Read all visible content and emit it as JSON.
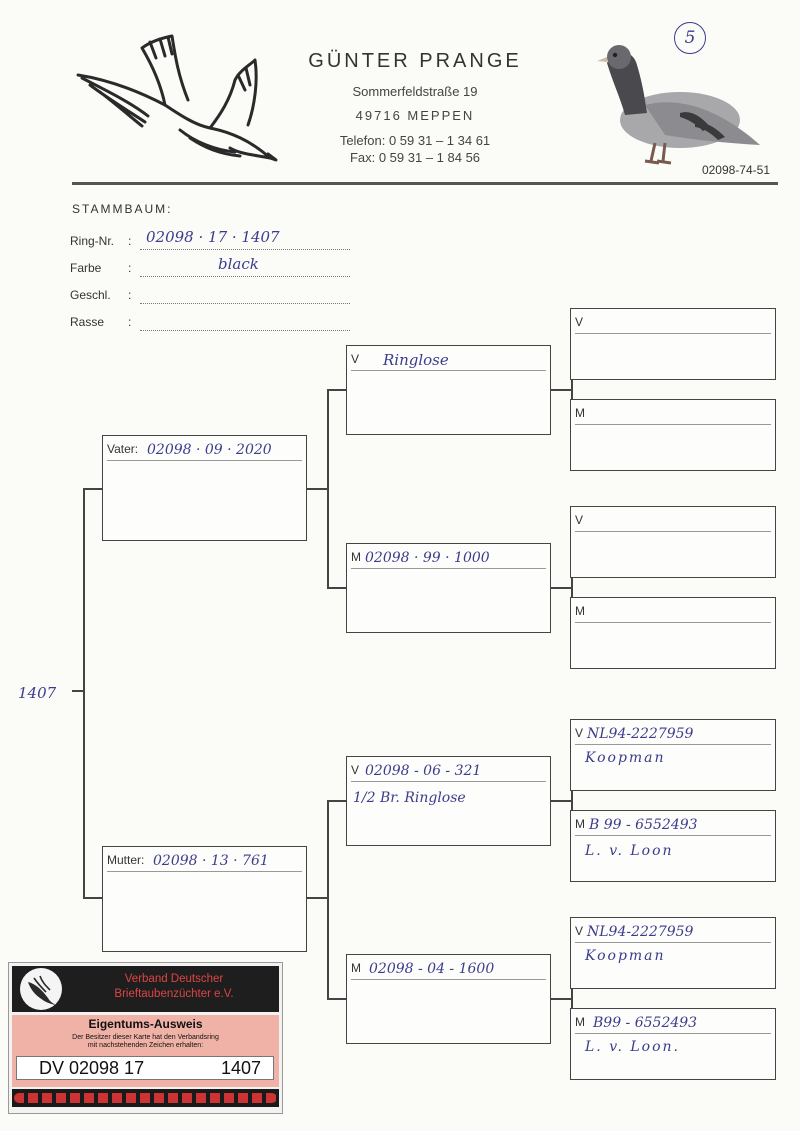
{
  "header": {
    "name": "GÜNTER PRANGE",
    "street": "Sommerfeldstraße 19",
    "city": "49716 MEPPEN",
    "phone": "Telefon: 0 59 31 – 1 34 61",
    "fax": "Fax: 0 59 31 – 1 84 56",
    "photo_ring": "02098-74-51",
    "page_mark": "5"
  },
  "info": {
    "title": "STAMMBAUM:",
    "fields": [
      {
        "label": "Ring-Nr.",
        "value": "02098 · 17 · 1407"
      },
      {
        "label": "Farbe",
        "value": "black"
      },
      {
        "label": "Geschl.",
        "value": ""
      },
      {
        "label": "Rasse",
        "value": ""
      }
    ]
  },
  "pigeon_label": "1407",
  "pedigree": {
    "vater": {
      "label": "Vater:",
      "value": "02098 · 09 · 2020"
    },
    "mutter": {
      "label": "Mutter:",
      "value": "02098 · 13 · 761"
    },
    "vv": {
      "label": "V",
      "value": "Ringlose"
    },
    "vm": {
      "label": "M",
      "value": "02098 · 99 · 1000"
    },
    "mv": {
      "label": "V",
      "value": "02098 - 06 - 321",
      "note": "1/2 Br. Ringlose"
    },
    "mm": {
      "label": "M",
      "value": "02098 - 04 - 1600"
    },
    "vvv": {
      "label": "V",
      "value": "",
      "note": ""
    },
    "vvm": {
      "label": "M",
      "value": "",
      "note": ""
    },
    "vmv": {
      "label": "V",
      "value": "",
      "note": ""
    },
    "vmm": {
      "label": "M",
      "value": "",
      "note": ""
    },
    "mvv": {
      "label": "V",
      "value": "NL94-2227959",
      "note": "Koopman"
    },
    "mvm": {
      "label": "M",
      "value": "B 99 - 6552493",
      "note": "L. v. Loon"
    },
    "mmv": {
      "label": "V",
      "value": "NL94-2227959",
      "note": "Koopman"
    },
    "mmm": {
      "label": "M",
      "value": "B99 - 6552493",
      "note": "L. v. Loon."
    }
  },
  "card": {
    "org_line1": "Verband Deutscher",
    "org_line2": "Brieftaubenzüchter e.V.",
    "title": "Eigentums-Ausweis",
    "sub_line1": "Der Besitzer dieser Karte hat den Verbandsring",
    "sub_line2": "mit nachstehenden Zeichen erhalten:",
    "number": "DV 02098 17",
    "number2": "1407"
  },
  "colors": {
    "ink": "#3b3c8c",
    "border": "#444444",
    "card_red": "#f0b2a6"
  }
}
